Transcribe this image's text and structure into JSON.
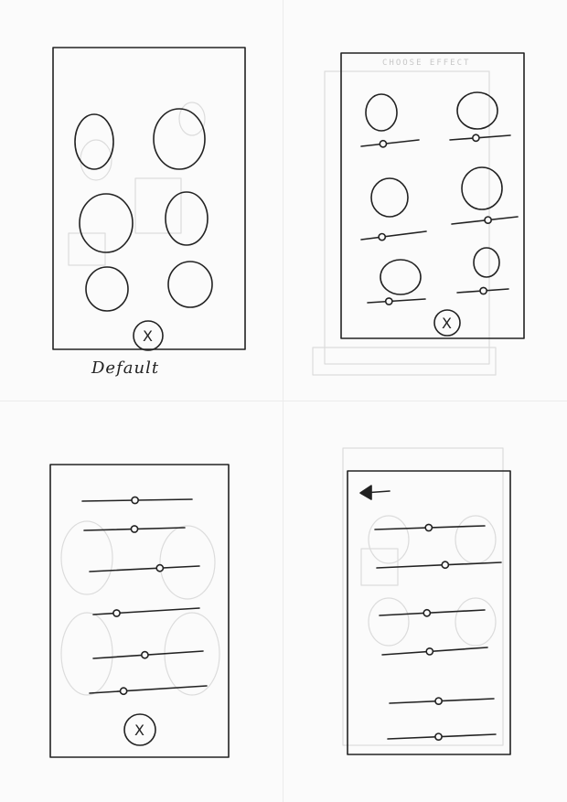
{
  "page": {
    "caption": "Default",
    "ghost_title": "CHOOSE EFFECT"
  },
  "icons": {
    "close": "X",
    "back": "back-arrow-icon"
  },
  "panels": [
    {
      "name": "default-panel",
      "effect_buttons": 6,
      "has_close": true,
      "caption": "Default"
    },
    {
      "name": "effect-intensity-panel",
      "effect_buttons": 6,
      "sliders": 6,
      "has_close": true,
      "slider_values": [
        0.38,
        0.43,
        0.32,
        0.55,
        0.37,
        0.51
      ]
    },
    {
      "name": "slider-panel",
      "sliders": 6,
      "has_close": true,
      "slider_values": [
        0.48,
        0.5,
        0.64,
        0.22,
        0.47,
        0.29
      ]
    },
    {
      "name": "slider-panel-back",
      "sliders": 6,
      "has_back": true,
      "slider_values": [
        0.49,
        0.55,
        0.45,
        0.45,
        0.47,
        0.47
      ]
    }
  ],
  "colors": {
    "ink": "#222222",
    "ghost": "#d6d6d6",
    "paper": "#fbfbfb"
  }
}
